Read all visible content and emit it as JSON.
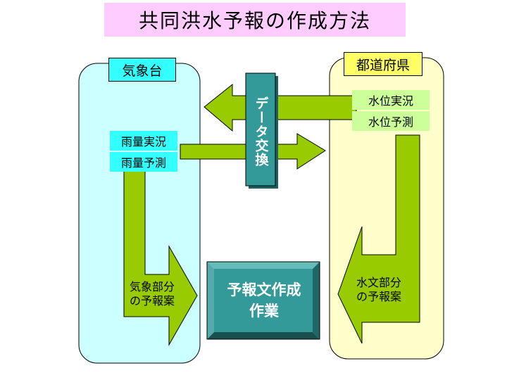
{
  "title": "共同洪水予報の作成方法",
  "organizations": {
    "jma": {
      "label": "気象台"
    },
    "prefecture": {
      "label": "都道府県"
    }
  },
  "jma_data": [
    "雨量実況",
    "雨量予測"
  ],
  "prefecture_data": [
    "水位実況",
    "水位予測"
  ],
  "exchange_label": "データ交換",
  "jma_part_label": "気象部分\nの予報案",
  "prefecture_part_label": "水文部分\nの予報案",
  "center_task_label": "予報文作成\n作業",
  "colors": {
    "title_bg": "#ffccff",
    "jma_panel": "#ccffff",
    "jma_accent": "#33ffff",
    "prefecture_panel": "#ffffcc",
    "prefecture_label": "#ffff66",
    "water_item": "#ccff99",
    "arrow": "#99cc00",
    "teal": "#339999"
  }
}
